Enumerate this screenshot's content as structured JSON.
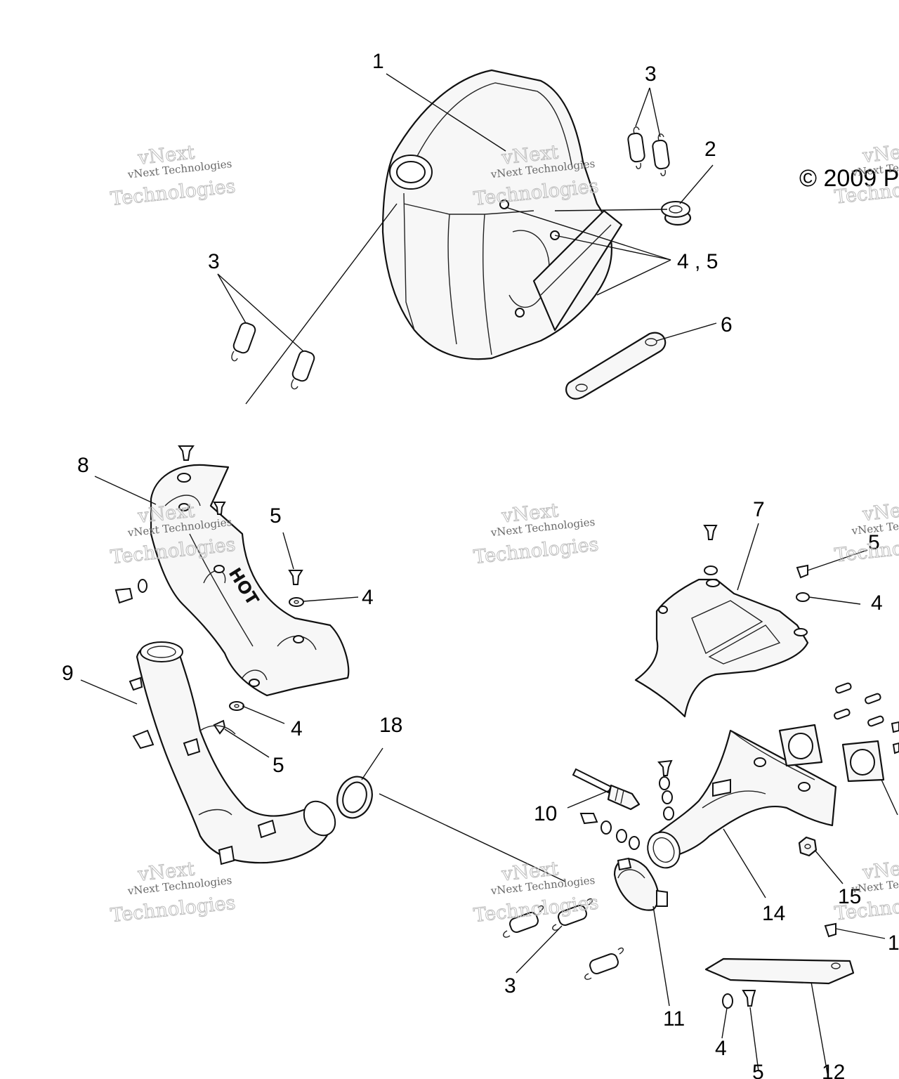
{
  "copyright": "© 2009 P",
  "hot_label": "HOT",
  "watermark": {
    "small": "vNext Technologies",
    "large_top": "vNext",
    "large_bottom": "Technologies"
  },
  "callouts": {
    "c1": "1",
    "c2": "2",
    "c3a": "3",
    "c3b": "3",
    "c3c": "3",
    "c45": "4 , 5",
    "c6": "6",
    "c7": "7",
    "c8": "8",
    "c9": "9",
    "c10": "10",
    "c11": "11",
    "c12": "12",
    "c14": "14",
    "c15": "15",
    "c18": "18",
    "c4a": "4",
    "c4b": "4",
    "c4c": "4",
    "c4d": "4",
    "c5a": "5",
    "c5b": "5",
    "c5c": "5",
    "c5d": "5",
    "c1r": "1"
  }
}
